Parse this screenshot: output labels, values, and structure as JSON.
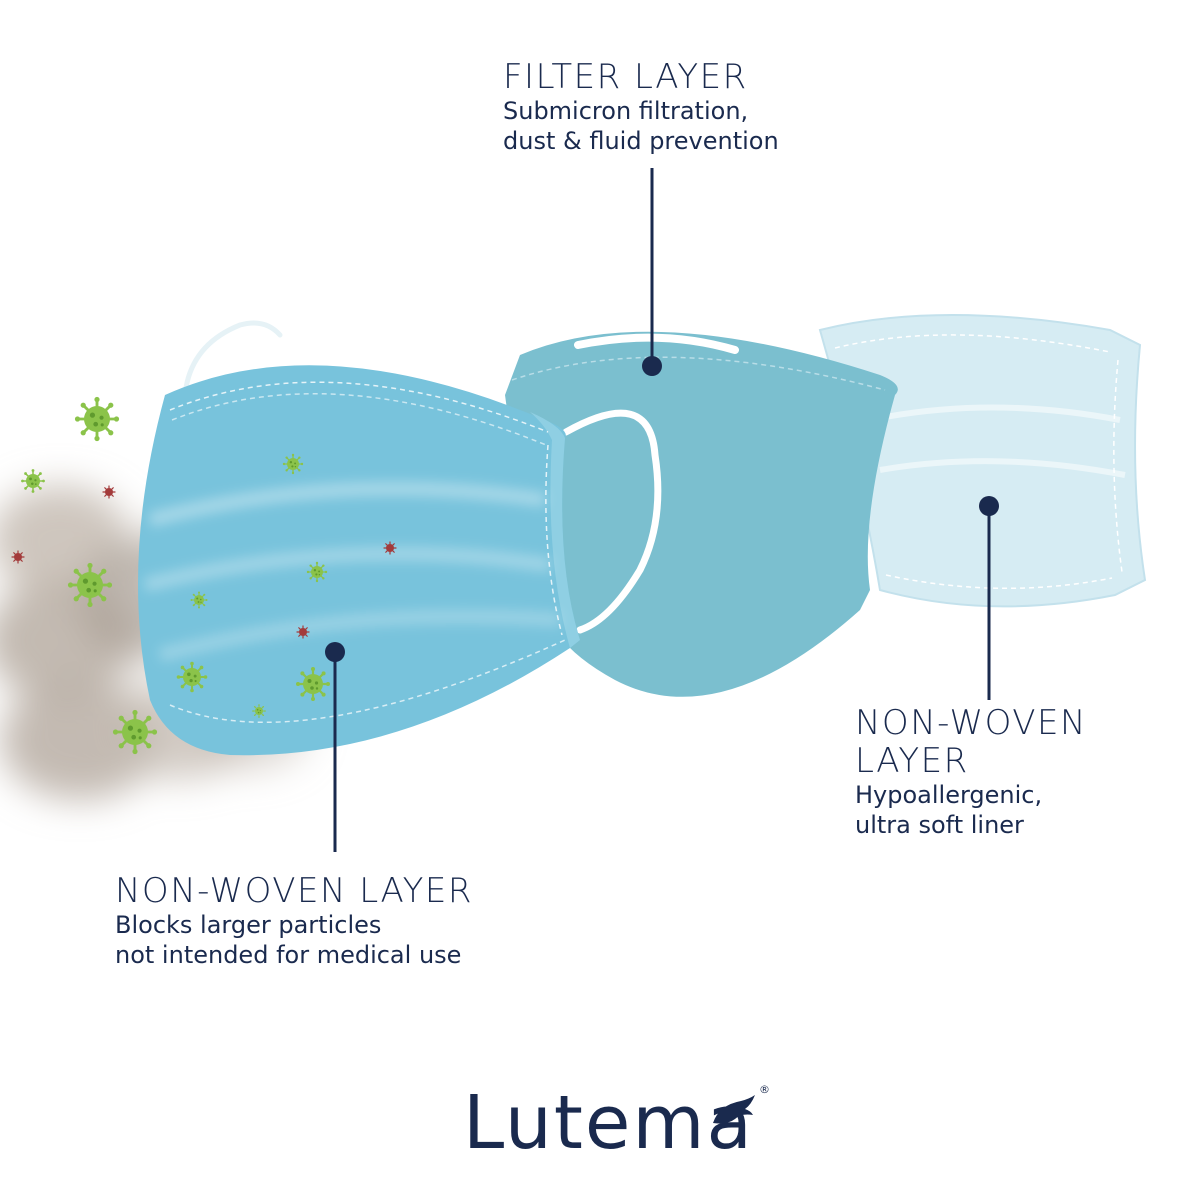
{
  "layers": {
    "filter": {
      "title": "FILTER LAYER",
      "desc_line1": "Submicron filtration,",
      "desc_line2": "dust & fluid prevention"
    },
    "inner": {
      "title_line1": "NON-WOVEN",
      "title_line2": "LAYER",
      "desc_line1": "Hypoallergenic,",
      "desc_line2": "ultra soft liner"
    },
    "outer": {
      "title": "NON-WOVEN LAYER",
      "desc_line1": "Blocks larger particles",
      "desc_line2": "not intended for medical use"
    }
  },
  "brand": {
    "name": "Lutema",
    "registered_mark": "®"
  },
  "colors": {
    "text_navy": "#1a2a4e",
    "outer_mask": "#78c3dc",
    "filter_mask": "#7bbfcf",
    "inner_mask": "#d6ecf3",
    "virus_green": "#8bc34a",
    "virus_red": "#a33a3a",
    "smoke": "#b8aea4"
  },
  "icons": {
    "virus": "virus-icon",
    "smoke": "smoke-cloud",
    "logo_bird": "bird-logo-icon"
  }
}
